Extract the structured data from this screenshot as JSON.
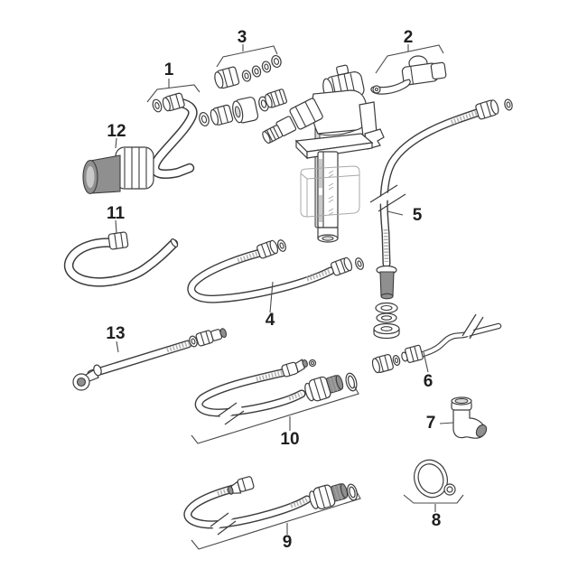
{
  "diagram": {
    "kind": "exploded-parts-diagram",
    "colors": {
      "background": "#ffffff",
      "line": "#3c3c3c",
      "shade_dark": "#8f8f8f",
      "shade_light": "#d9d9d9"
    },
    "callouts": [
      {
        "num": "1"
      },
      {
        "num": "2"
      },
      {
        "num": "3"
      },
      {
        "num": "4"
      },
      {
        "num": "5"
      },
      {
        "num": "6"
      },
      {
        "num": "7"
      },
      {
        "num": "8"
      },
      {
        "num": "9"
      },
      {
        "num": "10"
      },
      {
        "num": "11"
      },
      {
        "num": "12"
      },
      {
        "num": "13"
      }
    ]
  }
}
